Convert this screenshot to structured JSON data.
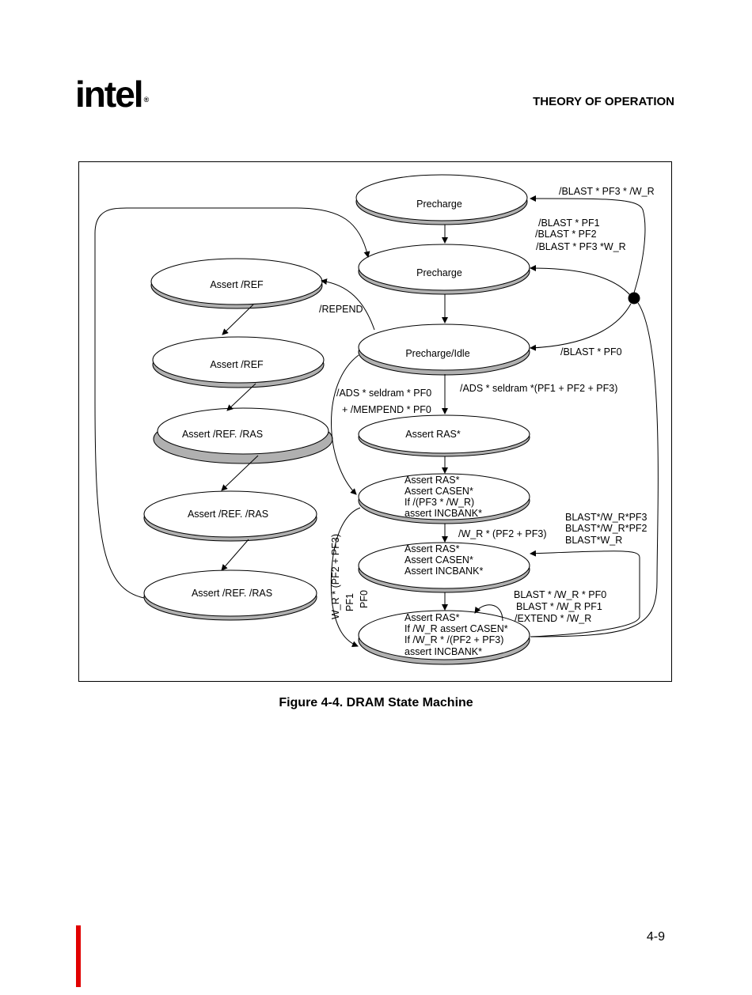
{
  "header": {
    "logo_text": "intel",
    "logo_mark": "®",
    "section_title": "THEORY OF OPERATION"
  },
  "diagram": {
    "states": [
      {
        "id": "s1",
        "lines": [
          "Precharge"
        ]
      },
      {
        "id": "s2",
        "lines": [
          "Precharge"
        ]
      },
      {
        "id": "s3",
        "lines": [
          "Precharge/Idle"
        ]
      },
      {
        "id": "s4",
        "lines": [
          "Assert RAS*"
        ]
      },
      {
        "id": "s5",
        "lines": [
          "Assert RAS*",
          "Assert CASEN*",
          "If /(PF3 * /W_R)",
          "assert INCBANK*"
        ]
      },
      {
        "id": "s6",
        "lines": [
          "Assert RAS*",
          "Assert CASEN*",
          "Assert INCBANK*"
        ]
      },
      {
        "id": "s7",
        "lines": [
          "Assert RAS*",
          "If /W_R assert CASEN*",
          "If /W_R * /(PF2 + PF3)",
          "assert INCBANK*"
        ]
      },
      {
        "id": "r1",
        "lines": [
          "Assert /REF"
        ]
      },
      {
        "id": "r2",
        "lines": [
          "Assert /REF"
        ]
      },
      {
        "id": "r3",
        "lines": [
          "Assert /REF. /RAS"
        ]
      },
      {
        "id": "r4",
        "lines": [
          "Assert /REF. /RAS"
        ]
      },
      {
        "id": "r5",
        "lines": [
          "Assert /REF. /RAS"
        ]
      }
    ],
    "transitions": {
      "t_blast_pf3_wr": "/BLAST * PF3 * /W_R",
      "t_blast_pf1": "/BLAST * PF1",
      "t_blast_pf2": "/BLAST * PF2",
      "t_blast_pf3_wr2": "/BLAST * PF3 *W_R",
      "t_repend": "/REPEND",
      "t_blast_pf0": "/BLAST * PF0",
      "t_ads_pf0": "/ADS * seldram * PF0",
      "t_mempend": "+ /MEMPEND * PF0",
      "t_ads_pf123": "/ADS * seldram *(PF1 + PF2 + PF3)",
      "t_wr_pf23": "/W_R * (PF2 + PF3)",
      "t_b_wr_pf3": "BLAST*/W_R*PF3",
      "t_b_wr_pf2": "BLAST*/W_R*PF2",
      "t_b_wr": "BLAST*W_R",
      "t_b_wr_pf0": "BLAST * /W_R * PF0",
      "t_b_wr_pf1": "BLAST * /W_R PF1",
      "t_extend": "/EXTEND * /W_R",
      "t_vert_1": "W_R * (PF2 + PF3)",
      "t_vert_2": "PF1",
      "t_vert_3": "PF0"
    }
  },
  "caption": "Figure 4-4.  DRAM State Machine",
  "footer": {
    "page_number": "4-9"
  }
}
